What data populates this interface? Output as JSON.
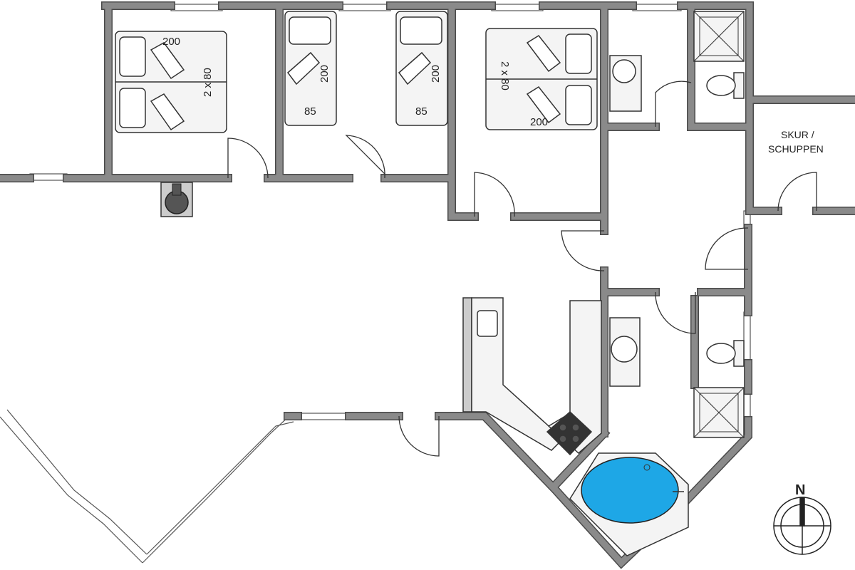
{
  "colors": {
    "wall": "#8a8a8a",
    "wall_stroke": "#4a4a4a",
    "fixture": "#f4f4f4",
    "fixture_stroke": "#333333",
    "tub_water": "#1ea7e6",
    "stove": "#333333",
    "background": "#ffffff"
  },
  "bedrooms": [
    {
      "double_bed": {
        "length": "200",
        "width": "2 x 80"
      }
    },
    {
      "single_bed": {
        "length": "200",
        "width": "85"
      }
    },
    {
      "single_bed": {
        "length": "200",
        "width": "85"
      }
    },
    {
      "double_bed": {
        "length": "200",
        "width": "2 x 80"
      }
    }
  ],
  "shed": {
    "line1": "SKUR /",
    "line2": "SCHUPPEN"
  },
  "compass": {
    "label": "N",
    "icon": "north-arrow-icon"
  },
  "fixtures": {
    "kitchen": [
      "sink-icon",
      "stove-icon",
      "counter"
    ],
    "bathroom_north": [
      "shower-icon",
      "toilet-icon",
      "washbasin-icon"
    ],
    "bathroom_south": [
      "shower-icon",
      "toilet-icon",
      "washbasin-icon",
      "whirlpool-icon"
    ],
    "living": [
      "wood-stove-icon"
    ]
  }
}
